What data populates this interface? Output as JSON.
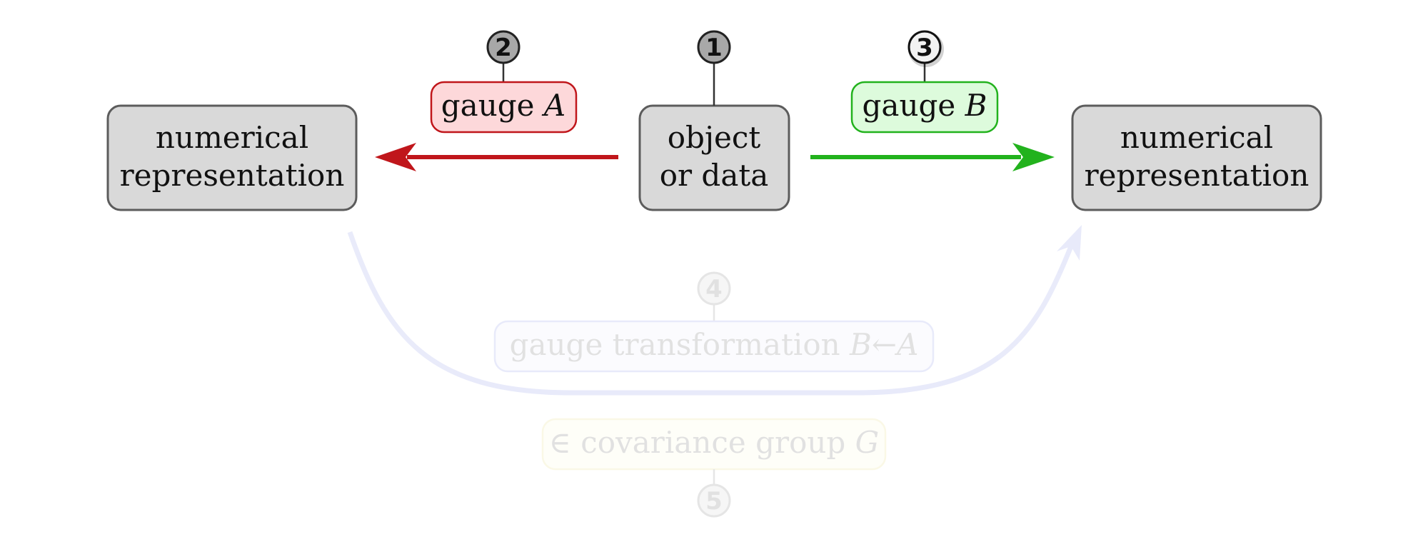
{
  "nodes": {
    "left": {
      "line1": "numerical",
      "line2": "representation"
    },
    "center": {
      "line1": "object",
      "line2": "or data"
    },
    "right": {
      "line1": "numerical",
      "line2": "representation"
    }
  },
  "tags": {
    "gauge_a": {
      "prefix": "gauge ",
      "var": "A"
    },
    "gauge_b": {
      "prefix": "gauge ",
      "var": "B"
    },
    "transformation": {
      "prefix": "gauge transformation ",
      "expr": "B←A"
    },
    "group": {
      "prefix": "∈ covariance group ",
      "var": "G"
    }
  },
  "markers": {
    "m1": "1",
    "m2": "2",
    "m3": "3",
    "m4": "4",
    "m5": "5"
  },
  "colors": {
    "box_fill": "#d9d9d9",
    "box_stroke": "#5c5c5c",
    "red": "#c0161b",
    "red_fill": "#fdd8da",
    "green": "#22b21d",
    "green_fill": "#ddfbdc",
    "blue_faint": "#c7cdf3",
    "yellow_faint": "#f5efb0"
  }
}
